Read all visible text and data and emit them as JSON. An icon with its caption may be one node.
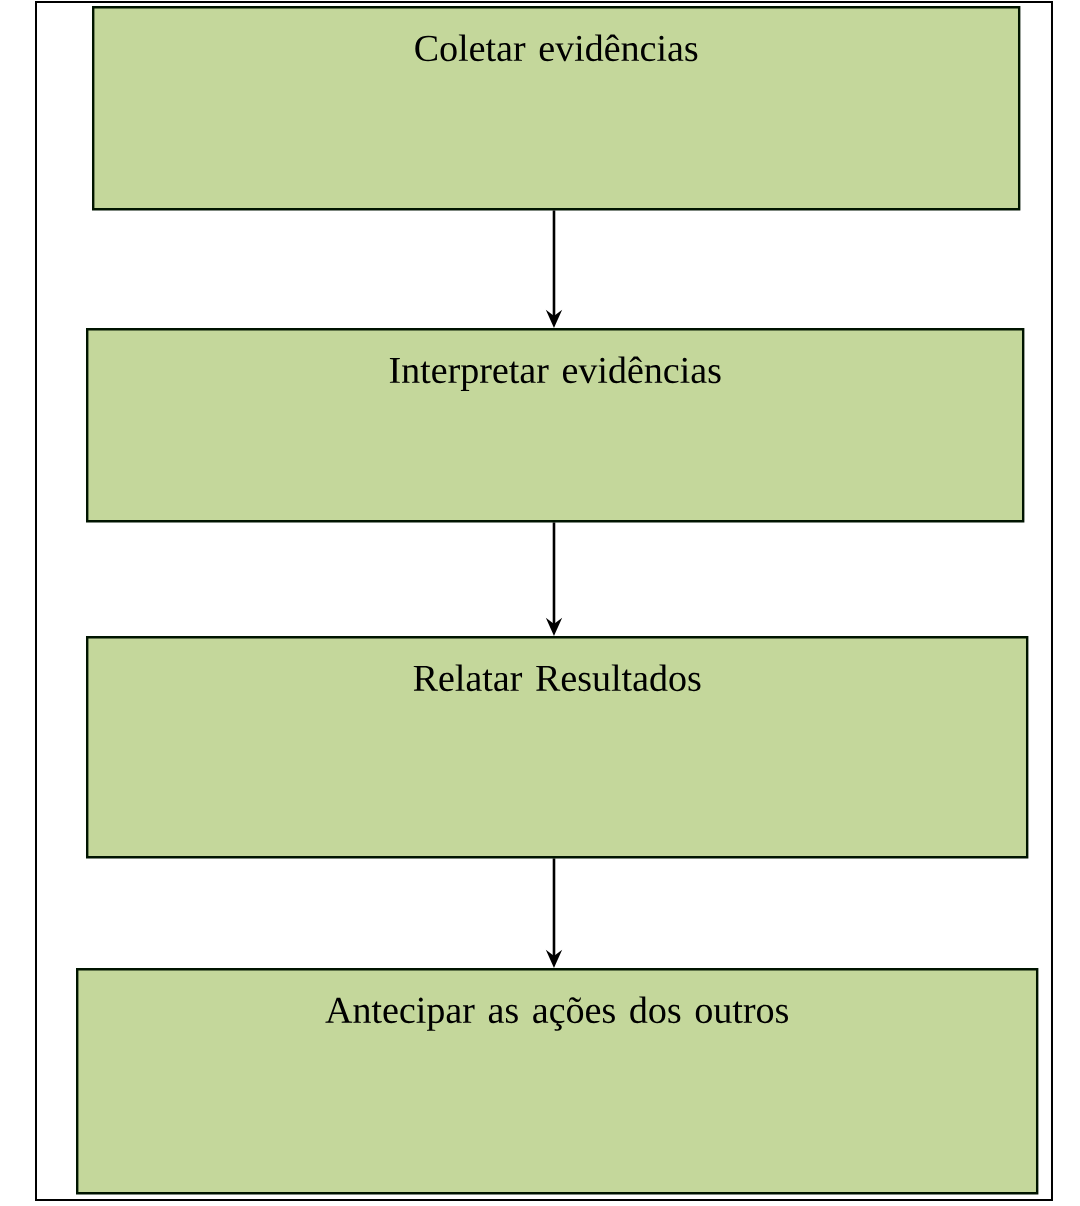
{
  "diagram": {
    "nodes": [
      {
        "text": [
          "Coletar evidências"
        ]
      },
      {
        "text": [
          "Interpretar evidências"
        ]
      },
      {
        "text": [
          "Relatar Resultados"
        ]
      },
      {
        "text": [
          "Antecipar as ações dos outros"
        ]
      }
    ],
    "edges": [
      {
        "from": 0,
        "to": 1,
        "arrow": "to"
      },
      {
        "from": 1,
        "to": 2,
        "arrow": "to"
      },
      {
        "from": 2,
        "to": 3,
        "arrow": "to"
      }
    ]
  }
}
